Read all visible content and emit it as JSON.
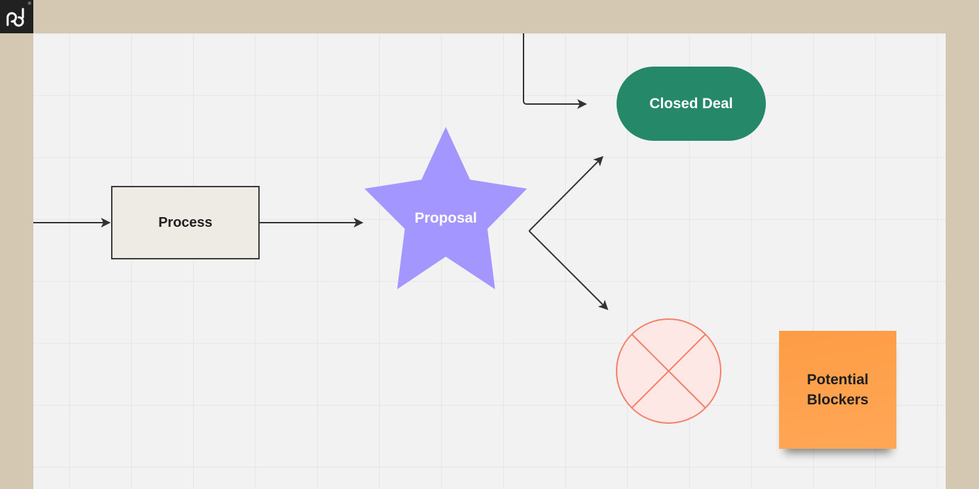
{
  "app": {
    "logo_icon": "pd-logo-icon"
  },
  "diagram": {
    "nodes": [
      {
        "id": "process",
        "label": "Process",
        "shape": "rectangle",
        "fill": "#eeeae4",
        "stroke": "#3a3a3a"
      },
      {
        "id": "proposal",
        "label": "Proposal",
        "shape": "star",
        "fill": "#a397ff"
      },
      {
        "id": "closed_deal",
        "label": "Closed Deal",
        "shape": "pill",
        "fill": "#258868"
      },
      {
        "id": "blocked",
        "label": "",
        "shape": "circle-x",
        "fill": "#fde8e6",
        "stroke": "#f5806a"
      },
      {
        "id": "potential_blockers",
        "label": "Potential Blockers",
        "shape": "sticky-note",
        "fill": "#fe9d48"
      }
    ],
    "edges": [
      {
        "from": "offscreen-left",
        "to": "process"
      },
      {
        "from": "process",
        "to": "proposal"
      },
      {
        "from": "offscreen-top",
        "to": "closed_deal"
      },
      {
        "from": "proposal",
        "to": "closed_deal"
      },
      {
        "from": "proposal",
        "to": "blocked"
      }
    ],
    "labels": {
      "process": "Process",
      "proposal": "Proposal",
      "closed_deal": "Closed Deal",
      "potential_blockers_line1": "Potential",
      "potential_blockers_line2": "Blockers"
    },
    "colors": {
      "frame": "#d4c8b3",
      "canvas": "#f2f2f2",
      "connector": "#333333"
    }
  }
}
